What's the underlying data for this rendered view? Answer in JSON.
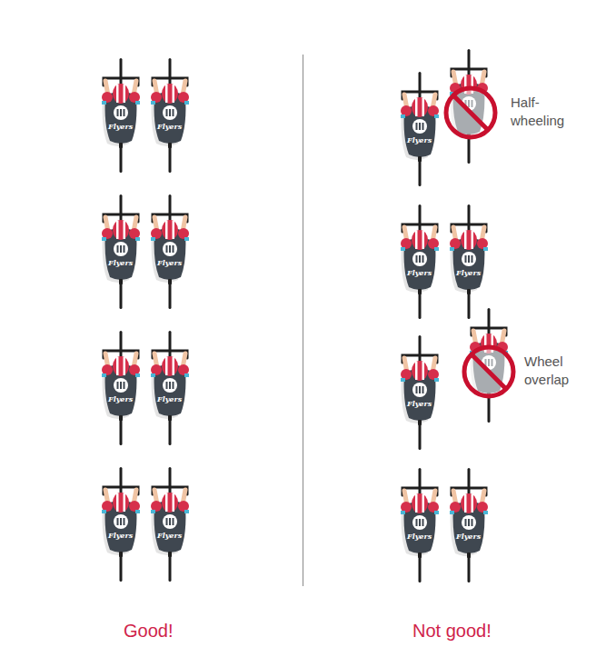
{
  "diagram": {
    "labels": [
      "Half-wheeling",
      "Wheel overlap",
      "Good!",
      "Not good!",
      "Flyers",
      "Flyers",
      "Flyers",
      "Flyers",
      "Flyers",
      "Flyers",
      "Flyers",
      "Flyers",
      "Flyers",
      "Flyers",
      "Flyers",
      "Flyers",
      "Flyers",
      "Flyers"
    ]
  }
}
